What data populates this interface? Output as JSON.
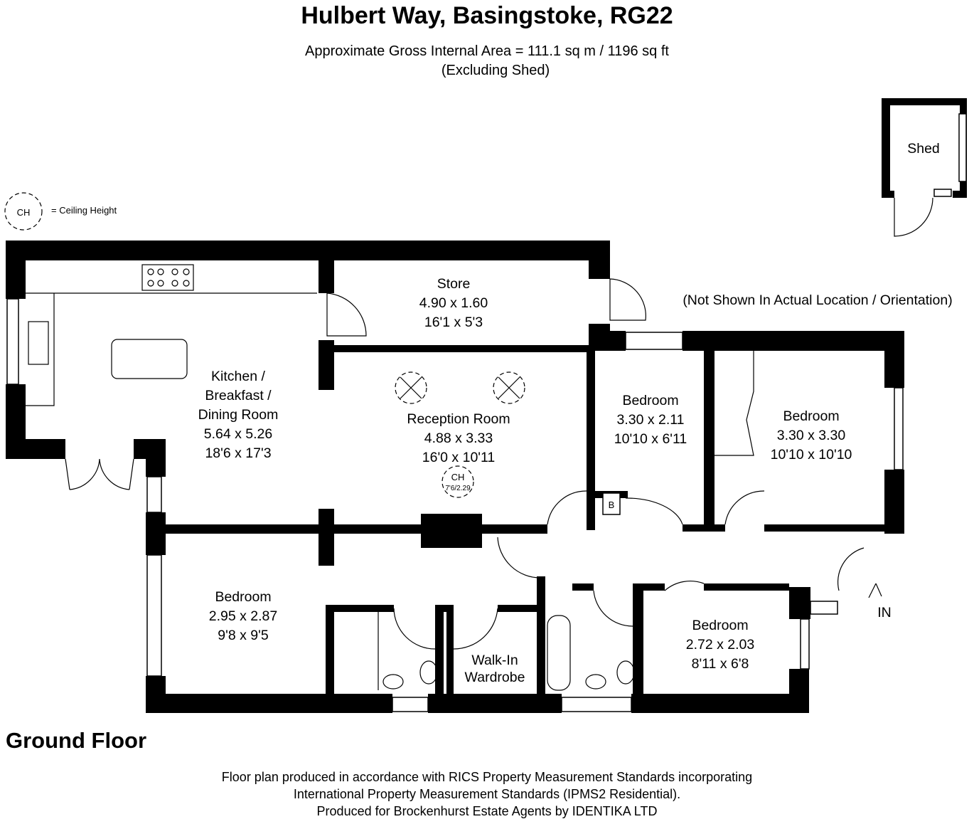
{
  "header": {
    "title": "Hulbert Way, Basingstoke, RG22",
    "area": "Approximate Gross Internal Area = 111.1 sq m / 1196 sq ft",
    "note": "(Excluding Shed)"
  },
  "legend": {
    "symbol": "CH",
    "text": "= Ceiling Height"
  },
  "shed": {
    "label": "Shed",
    "note": "(Not Shown In Actual Location / Orientation)"
  },
  "rooms": [
    {
      "name1": "Kitchen /",
      "name2": "Breakfast /",
      "name3": "Dining Room",
      "metric": "5.64 x 5.26",
      "imperial": "18'6 x 17'3"
    },
    {
      "name1": "Store",
      "metric": "4.90 x 1.60",
      "imperial": "16'1 x 5'3"
    },
    {
      "name1": "Reception Room",
      "metric": "4.88 x 3.33",
      "imperial": "16'0 x 10'11"
    },
    {
      "name1": "Bedroom",
      "metric": "3.30 x 2.11",
      "imperial": "10'10 x 6'11"
    },
    {
      "name1": "Bedroom",
      "metric": "3.30 x 3.30",
      "imperial": "10'10 x 10'10"
    },
    {
      "name1": "Bedroom",
      "metric": "2.95 x 2.87",
      "imperial": "9'8 x 9'5"
    },
    {
      "name1": "Walk-In",
      "name2": "Wardrobe"
    },
    {
      "name1": "Bedroom",
      "metric": "2.72 x 2.03",
      "imperial": "8'11 x 6'8"
    }
  ],
  "ceiling_marker": {
    "label": "CH",
    "value": "7'6/2.29"
  },
  "boiler": "B",
  "entrance": "IN",
  "floor_label": "Ground Floor",
  "footer": {
    "line1": "Floor plan produced in accordance with RICS Property Measurement Standards incorporating",
    "line2": "International Property Measurement Standards (IPMS2 Residential).",
    "line3": "Produced for Brockenhurst Estate Agents by IDENTIKA LTD"
  }
}
